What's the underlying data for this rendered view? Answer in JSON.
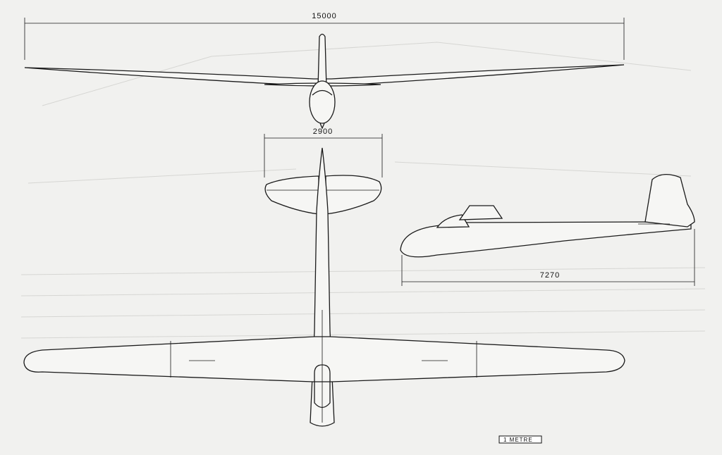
{
  "drawing": {
    "dimensions": {
      "wingspan": "15000",
      "tailplane_span": "2900",
      "length": "7270"
    },
    "scale_bar_label": "1 METRE"
  }
}
